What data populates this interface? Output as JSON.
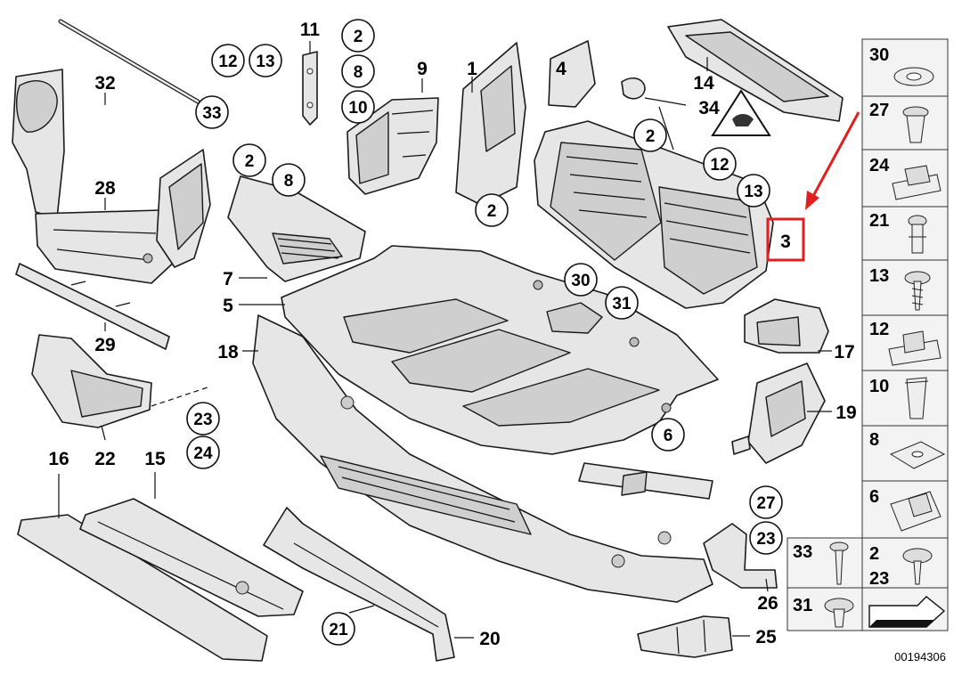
{
  "diagram_code": "00194306",
  "highlight_color": "#e0201f",
  "parts": {
    "p1": "1",
    "p2a": "2",
    "p2b": "2",
    "p2c": "2",
    "p2d": "2",
    "p3": "3",
    "p4": "4",
    "p5": "5",
    "p6": "6",
    "p7": "7",
    "p8a": "8",
    "p8b": "8",
    "p9": "9",
    "p10": "10",
    "p11": "11",
    "p12a": "12",
    "p12b": "12",
    "p13a": "13",
    "p13b": "13",
    "p14": "14",
    "p15": "15",
    "p16": "16",
    "p17": "17",
    "p18": "18",
    "p19": "19",
    "p20": "20",
    "p21": "21",
    "p22": "22",
    "p23a": "23",
    "p23b": "23",
    "p24": "24",
    "p25": "25",
    "p26": "26",
    "p27": "27",
    "p28": "28",
    "p29": "29",
    "p30": "30",
    "p31": "31",
    "p32": "32",
    "p33": "33",
    "p34": "34"
  },
  "fasteners": [
    "30",
    "27",
    "24",
    "21",
    "13",
    "12",
    "10",
    "8",
    "6"
  ],
  "fasteners_bottom": {
    "a33": "33",
    "a2": "2",
    "a23": "23",
    "a31": "31"
  }
}
